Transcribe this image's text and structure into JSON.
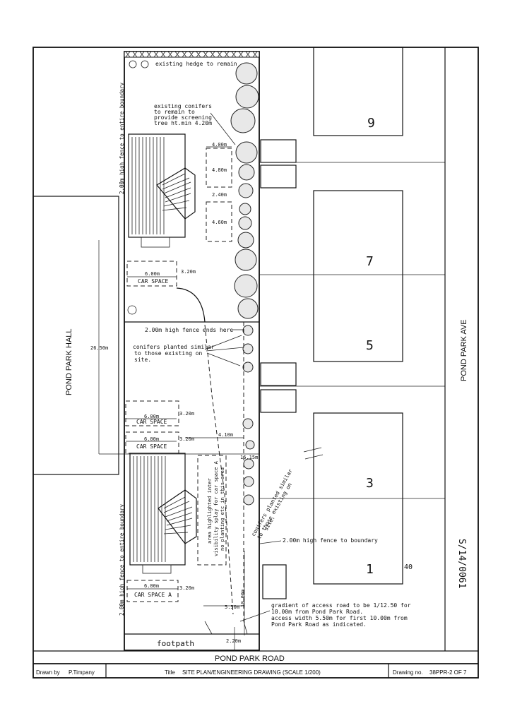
{
  "labels": {
    "hedge": "existing hedge to remain",
    "conifers_1": "existing conifers",
    "conifers_2": "to remain to",
    "conifers_3": "provide screening",
    "conifers_4": "tree ht.min 4.20m",
    "fence_left_top": "2.00m high fence to entire boundary",
    "fence_left_bottom": "2.00m high fence to entire boundary",
    "fence_ends": "2.00m high fence ends here",
    "planted_1": "conifers planted similar",
    "planted_2": "to those existing on",
    "planted_3": "site.",
    "planted_right_1": "conifers planted similar",
    "planted_right_2": "to those existing on",
    "planted_right_3": "site.",
    "visibility_1": "area highlighted inter",
    "visibility_2": "visibility splay for car space A",
    "visibility_3": "no planting etc in this area",
    "fence_boundary": "2.00m high fence to boundary",
    "gradient_1": "gradient of access road to be 1/12.50 for",
    "gradient_2": "10.00m from Pond Park Road.",
    "gradient_3": "access width 5.50m for first 10.00m from",
    "gradient_4": "Pond Park Road as indicated.",
    "footpath": "footpath",
    "road": "POND PARK ROAD",
    "hall": "POND PARK HALL",
    "ave": "POND PARK AVE",
    "car_space": "CAR SPACE",
    "car_space_a": "CAR SPACE A",
    "plan_ref": "S/14/0061",
    "wm": "40"
  },
  "dims": {
    "d400": "4.00m",
    "d480": "4.80m",
    "d240": "2.40m",
    "d460": "4.60m",
    "d600a": "6.00m",
    "d320a": "3.20m",
    "d2650": "26.50m",
    "d600b": "6.00m",
    "d320b": "3.20m",
    "d600c": "6.00m",
    "d320c": "3.20m",
    "d410": "4.10m",
    "d1615": "16.15m",
    "d600d": "6.00m",
    "d320d": "3.20m",
    "d550": "5.50m",
    "d1000": "10.00m",
    "d220": "2.20m"
  },
  "plots": {
    "p9": "9",
    "p7": "7",
    "p5": "5",
    "p3": "3",
    "p1": "1"
  },
  "title_block": {
    "drawn_by_label": "Drawn by",
    "drawn_by": "P.Timpany",
    "title_label": "Title",
    "title": "SITE PLAN/ENGINEERING DRAWING (SCALE 1/200)",
    "drawing_no_label": "Drawing no.",
    "drawing_no": "38PPR-2 OF 7"
  }
}
